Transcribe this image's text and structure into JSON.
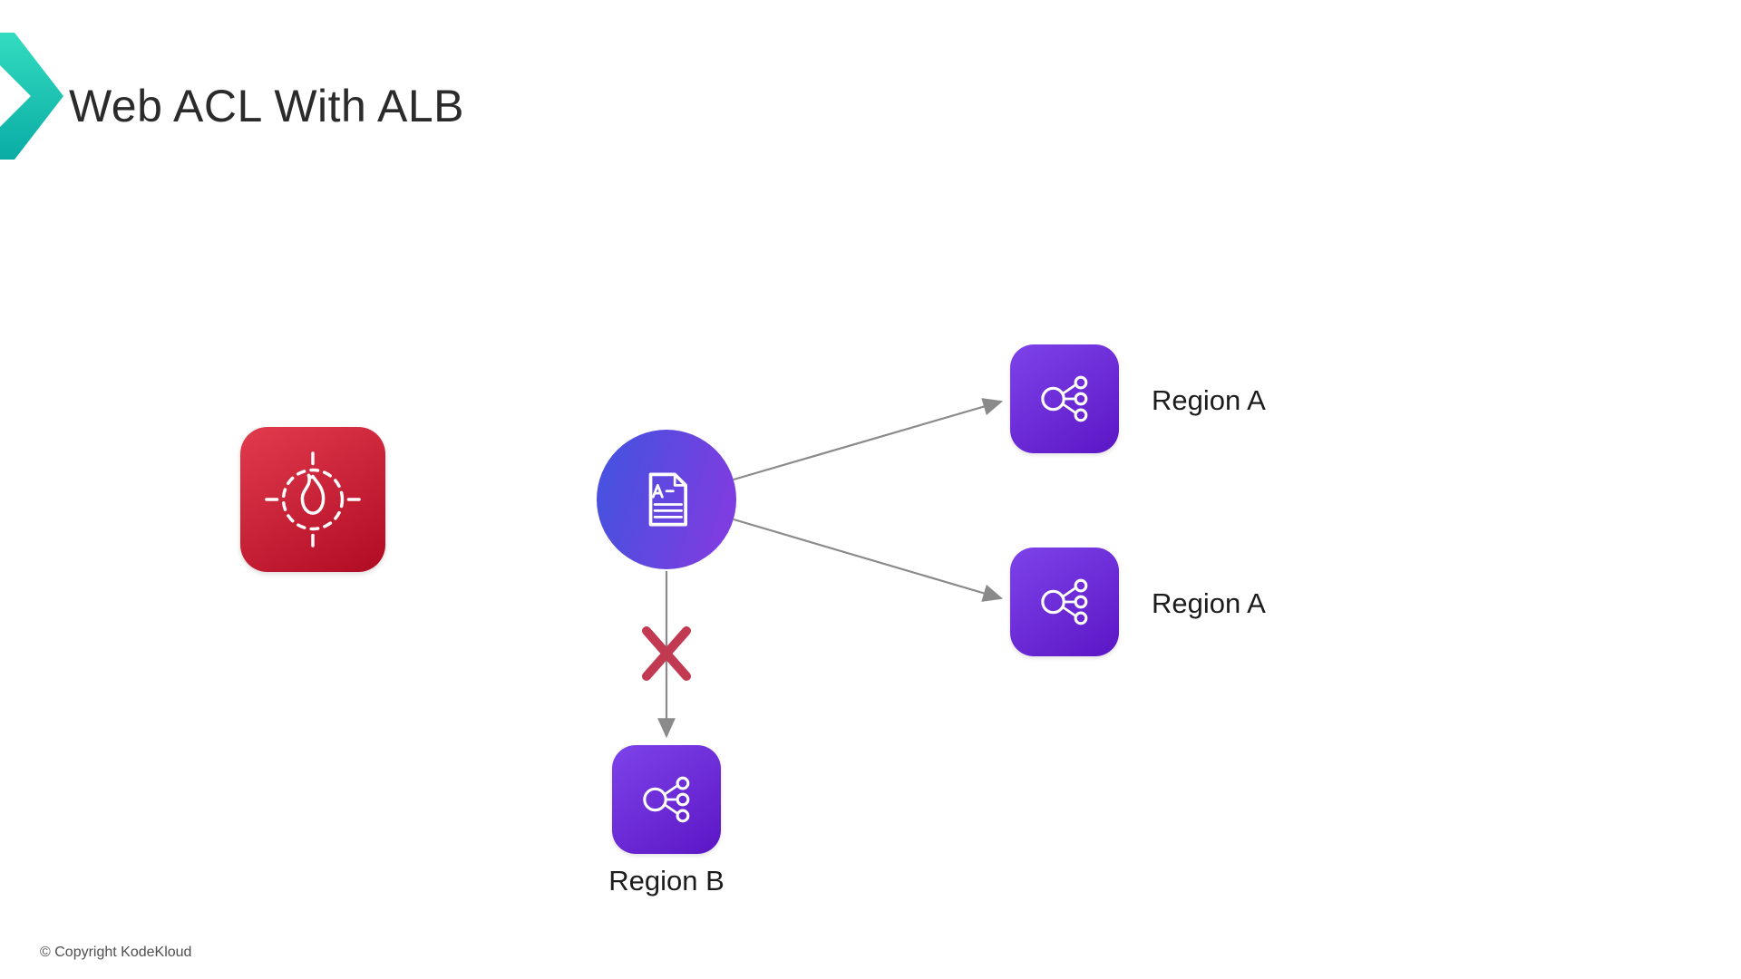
{
  "header": {
    "title": "Web ACL With ALB"
  },
  "footer": {
    "copyright": "© Copyright KodeKloud"
  },
  "diagram": {
    "labels": {
      "region_a_top": "Region A",
      "region_a_bottom": "Region A",
      "region_b": "Region B"
    },
    "icons": {
      "logo": "kodekloud-chevron-icon",
      "waf": "firewall-flame-target-icon",
      "web_acl": "web-acl-document-icon",
      "load_balancer": "load-balancer-icon",
      "blocked": "blocked-x-icon",
      "arrows": "connector-arrow"
    }
  },
  "colors": {
    "accent-teal-light": "#33dcc0",
    "accent-teal-dark": "#0aaca4",
    "waf-red-start": "#e23b4e",
    "waf-red-end": "#b00b24",
    "acl-blue": "#4a50df",
    "acl-purple": "#7d3de0",
    "box-purple-start": "#7d43ea",
    "box-purple-end": "#5c16c5",
    "blocked-x": "#c23a52",
    "arrow-gray": "#8a8a8a",
    "title-text": "#2b2b2b",
    "label-text": "#1c1c1c",
    "copyright-text": "#4f4f4f"
  }
}
